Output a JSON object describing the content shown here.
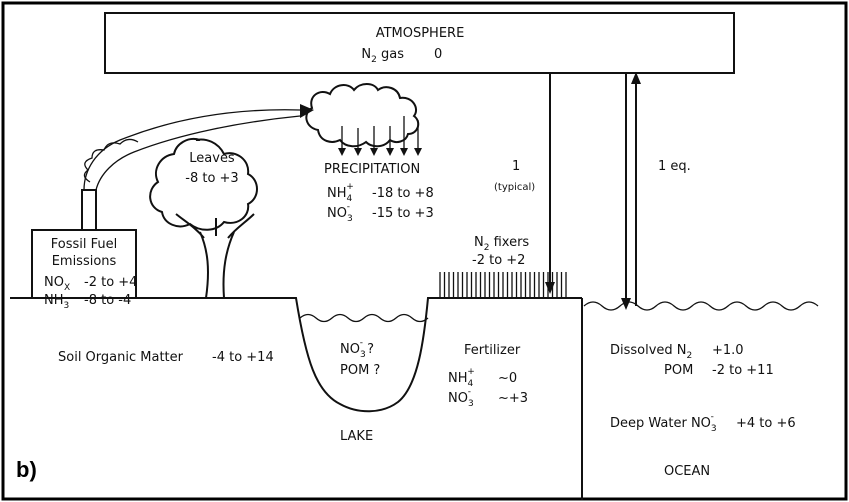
{
  "panel_label": "b)",
  "atmosphere": {
    "title": "ATMOSPHERE",
    "n2_label": "N",
    "n2_sub": "2",
    "n2_rest": " gas",
    "n2_value": "0"
  },
  "fossil": {
    "line1": "Fossil Fuel",
    "line2": "Emissions",
    "nox_main": "NO",
    "nox_sub": "X",
    "nox_value": "-2 to +4",
    "nh3_main": "NH",
    "nh3_sub": "3",
    "nh3_value": "-8 to -4"
  },
  "leaves": {
    "title": "Leaves",
    "value": "-8 to +3"
  },
  "precipitation": {
    "title": "PRECIPITATION",
    "nh4_main": "NH",
    "nh4_sub": "4",
    "nh4_sup": "+",
    "nh4_value": "-18 to +8",
    "no3_main": "NO",
    "no3_sub": "3",
    "no3_sup": "-",
    "no3_value": "-15 to +3"
  },
  "flux_down": {
    "value": "1",
    "note": "(typical)"
  },
  "flux_eq": {
    "value": "1 eq."
  },
  "n2_fixers": {
    "main": "N",
    "sub": "2",
    "rest": " fixers",
    "value": "-2 to +2"
  },
  "soil": {
    "label": "Soil Organic Matter",
    "value": "-4 to +14"
  },
  "lake": {
    "no3_main": "NO",
    "no3_sub": "3",
    "no3_sup": "-",
    "no3_rest": " ?",
    "pom": "POM ?",
    "label": "LAKE"
  },
  "fertilizer": {
    "title": "Fertilizer",
    "nh4_main": "NH",
    "nh4_sub": "4",
    "nh4_sup": "+",
    "nh4_value": "~0",
    "no3_main": "NO",
    "no3_sub": "3",
    "no3_sup": "-",
    "no3_value": "~+3"
  },
  "ocean": {
    "dissolved_main": "Dissolved N",
    "dissolved_sub": "2",
    "dissolved_value": "+1.0",
    "pom_label": "POM",
    "pom_value": "-2 to +11",
    "deep_label": "Deep Water NO",
    "deep_sub": "3",
    "deep_sup": "-",
    "deep_value": "+4 to +6",
    "label": "OCEAN"
  },
  "colors": {
    "ink": "#111111",
    "background": "#ffffff"
  }
}
